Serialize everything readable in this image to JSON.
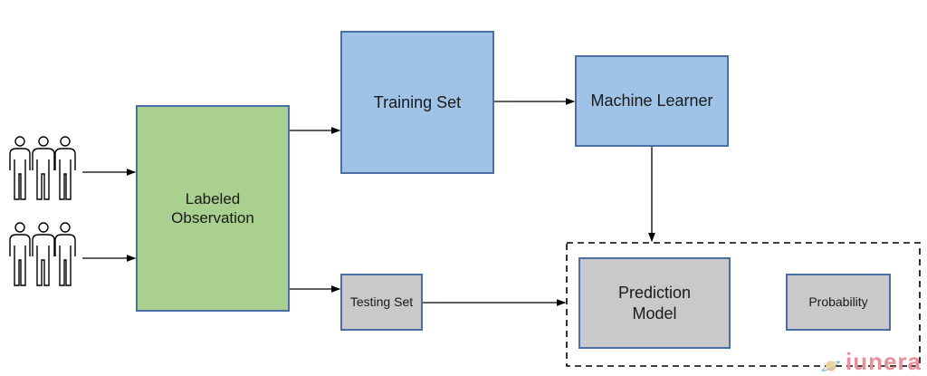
{
  "nodes": {
    "labeled_observation": "Labeled\nObservation",
    "training_set": "Training Set",
    "machine_learner": "Machine Learner",
    "testing_set": "Testing Set",
    "prediction_model": "Prediction\nModel",
    "probability": "Probability"
  },
  "icons": [
    "people-group-icon",
    "people-group-icon"
  ],
  "colors": {
    "labeled_observation_fill": "#a9d08e",
    "blue_fill": "#9fc3e7",
    "gray_fill": "#c9c9c9",
    "border": "#4a6fa5",
    "watermark": "#e8909a"
  },
  "watermark": "iunera"
}
